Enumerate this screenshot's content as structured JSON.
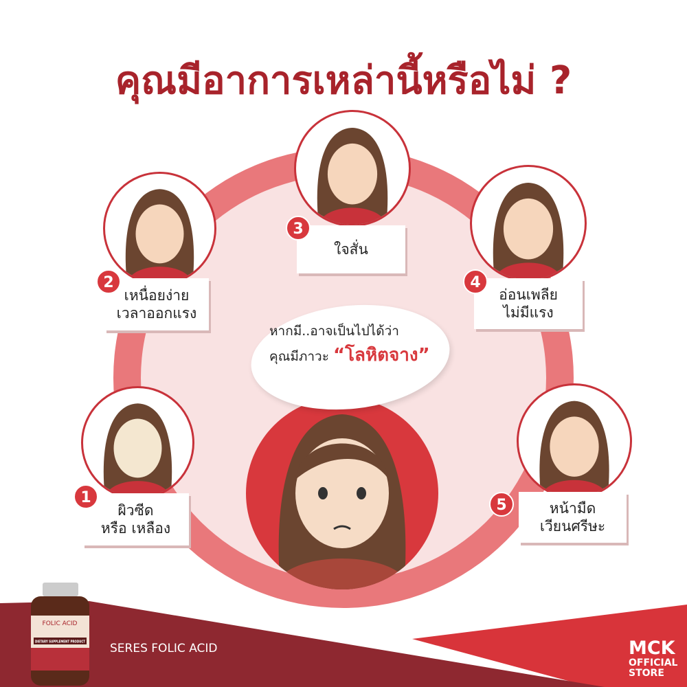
{
  "title": "คุณมีอาการเหล่านี้หรือไม่ ?",
  "center": {
    "line1": "หากมี..อาจเป็นไปได้ว่า",
    "line2": "คุณมีภาวะ",
    "highlight": "“โลหิตจาง”"
  },
  "symptoms": [
    {
      "number": "1",
      "line1": "ผิวซีด",
      "line2": "หรือ เหลือง"
    },
    {
      "number": "2",
      "line1": "เหนื่อยง่าย",
      "line2": "เวลาออกแรง"
    },
    {
      "number": "3",
      "line1": "ใจสั่น",
      "line2": ""
    },
    {
      "number": "4",
      "line1": "อ่อนเพลีย",
      "line2": "ไม่มีแรง"
    },
    {
      "number": "5",
      "line1": "หน้ามืด",
      "line2": "เวียนศรีษะ"
    }
  ],
  "product": {
    "name": "SERES FOLIC ACID",
    "label": "FOLIC ACID",
    "sub": "DIETARY SUPPLEMENT PRODUCT"
  },
  "store": {
    "line1": "MCK",
    "line2": "OFFICIAL",
    "line3": "STORE"
  },
  "colors": {
    "title": "#a8232b",
    "accent": "#d8383d",
    "ring": "#e9787b",
    "band": "#8e2830"
  }
}
